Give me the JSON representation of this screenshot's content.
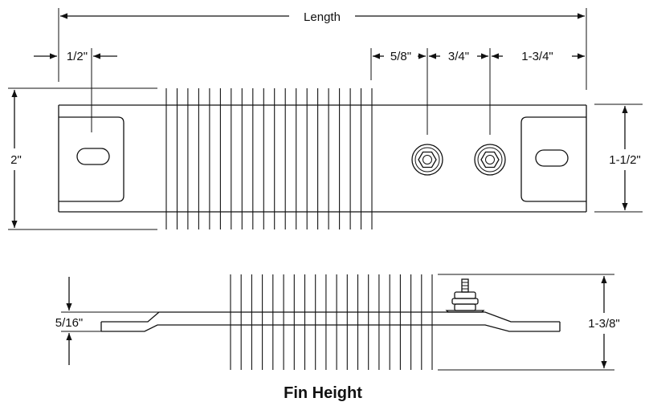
{
  "top_view": {
    "length_label": "Length",
    "left_offset_label": "1/2\"",
    "terminal_gap1_label": "5/8\"",
    "terminal_gap2_label": "3/4\"",
    "terminal_gap3_label": "1-3/4\"",
    "overall_height_label": "2\"",
    "body_height_label": "1-1/2\""
  },
  "side_view": {
    "thickness_label": "5/16\"",
    "fin_height_dim_label": "1-3/8\""
  },
  "caption": "Fin Height"
}
